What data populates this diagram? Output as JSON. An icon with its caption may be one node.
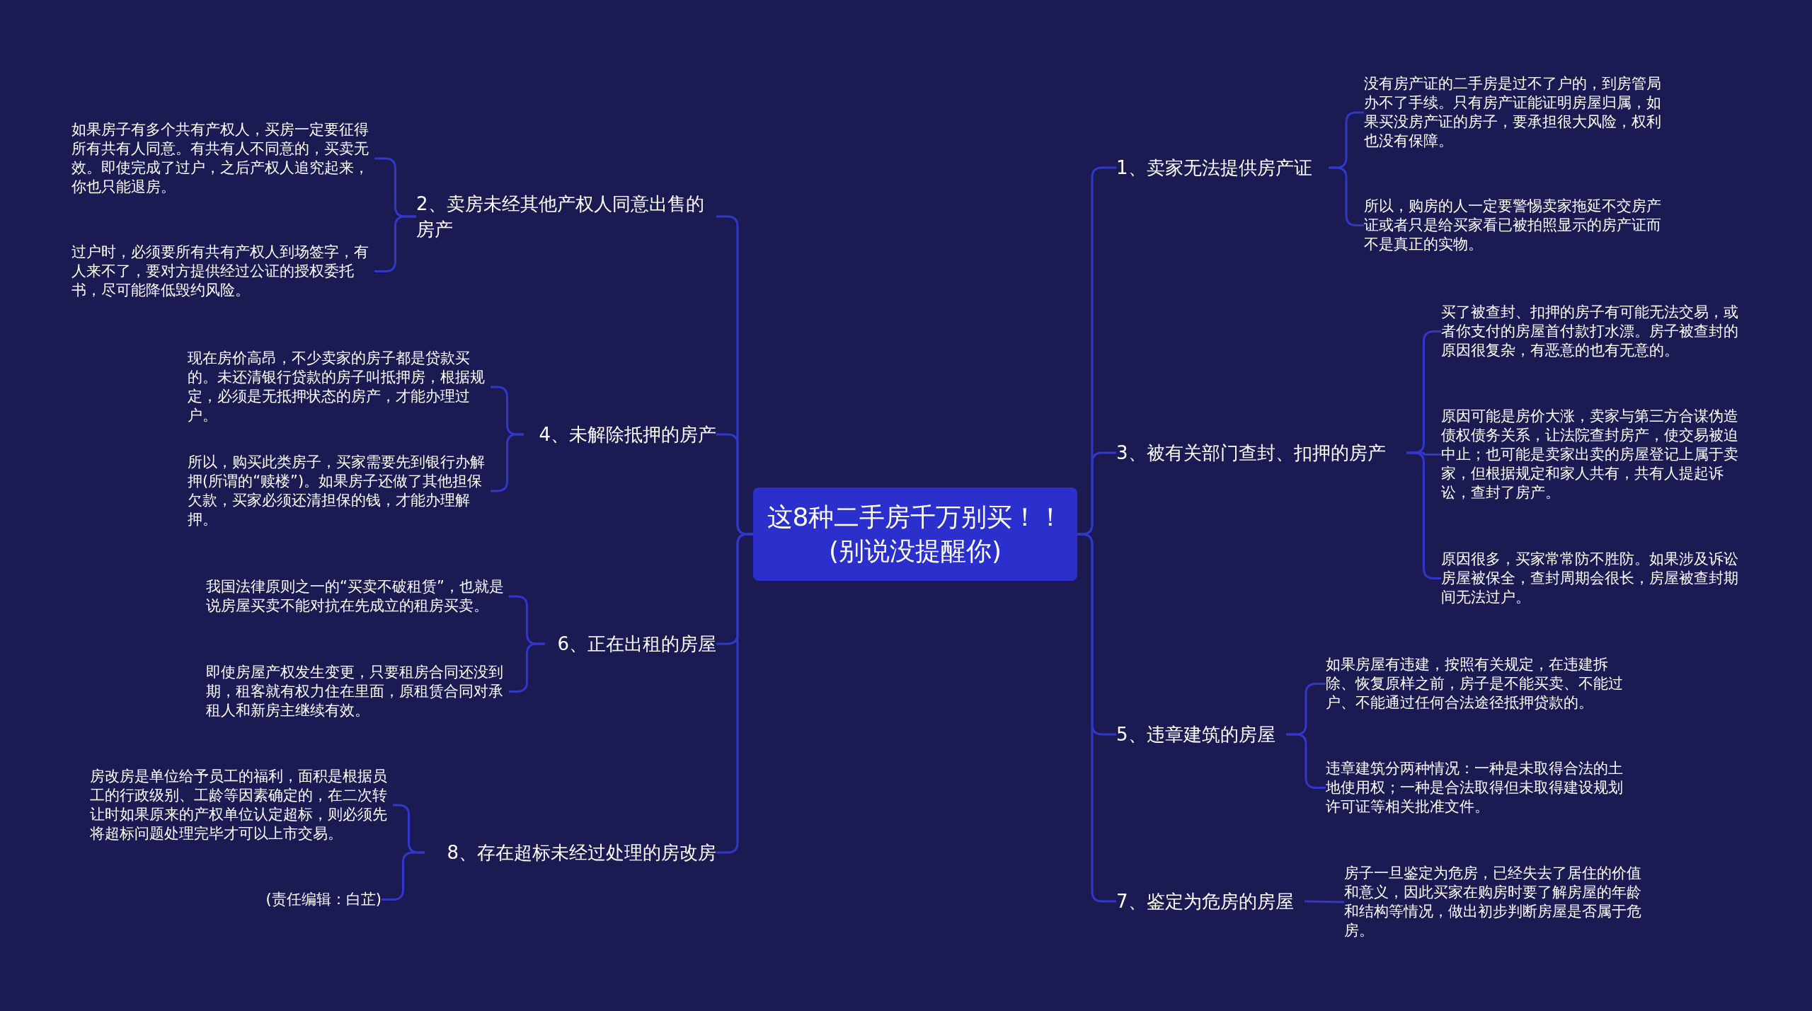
{
  "diagram": {
    "nodes": [
      {
        "text": [
          "这8种二手房千万别买！！(别说没提醒你)"
        ]
      },
      {
        "text": [
          "1、卖家无法提供房产证"
        ]
      },
      {
        "text": [
          "没有房产证的二手房是过不了户的，到房管局办不了手续。只有房产证能证明房屋归属，如果买没房产证的房子，要承担很大风险，权利也没有保障。"
        ]
      },
      {
        "text": [
          "所以，购房的人一定要警惕卖家拖延不交房产证或者只是给买家看已被拍照显示的房产证而不是真正的实物。"
        ]
      },
      {
        "text": [
          "2、卖房未经其他产权人同意出售的房产"
        ]
      },
      {
        "text": [
          "如果房子有多个共有产权人，买房一定要征得所有共有人同意。有共有人不同意的，买卖无效。即使完成了过户，之后产权人追究起来，你也只能退房。"
        ]
      },
      {
        "text": [
          "过户时，必须要所有共有产权人到场签字，有人来不了，要对方提供经过公证的授权委托书，尽可能降低毁约风险。"
        ]
      },
      {
        "text": [
          "3、被有关部门查封、扣押的房产"
        ]
      },
      {
        "text": [
          "买了被查封、扣押的房子有可能无法交易，或者你支付的房屋首付款打水漂。房子被查封的原因很复杂，有恶意的也有无意的。"
        ]
      },
      {
        "text": [
          "原因可能是房价大涨，卖家与第三方合谋伪造债权债务关系，让法院查封房产，使交易被迫中止；也可能是卖家出卖的房屋登记上属于卖家，但根据规定和家人共有，共有人提起诉讼，查封了房产。"
        ]
      },
      {
        "text": [
          "原因很多，买家常常防不胜防。如果涉及诉讼房屋被保全，查封周期会很长，房屋被查封期间无法过户。"
        ]
      },
      {
        "text": [
          "4、未解除抵押的房产"
        ]
      },
      {
        "text": [
          "现在房价高昂，不少卖家的房子都是贷款买的。未还清银行贷款的房子叫抵押房，根据规定，必须是无抵押状态的房产，才能办理过户。"
        ]
      },
      {
        "text": [
          "所以，购买此类房子，买家需要先到银行办解押(所谓的“赎楼”)。如果房子还做了其他担保欠款，买家必须还清担保的钱，才能办理解押。"
        ]
      },
      {
        "text": [
          "5、违章建筑的房屋"
        ]
      },
      {
        "text": [
          "如果房屋有违建，按照有关规定，在违建拆除、恢复原样之前，房子是不能买卖、不能过户、不能通过任何合法途径抵押贷款的。"
        ]
      },
      {
        "text": [
          "违章建筑分两种情况：一种是未取得合法的土地使用权；一种是合法取得但未取得建设规划许可证等相关批准文件。"
        ]
      },
      {
        "text": [
          "6、正在出租的房屋"
        ]
      },
      {
        "text": [
          "我国法律原则之一的“买卖不破租赁”，也就是说房屋买卖不能对抗在先成立的租房买卖。"
        ]
      },
      {
        "text": [
          "即使房屋产权发生变更，只要租房合同还没到期，租客就有权力住在里面，原租赁合同对承租人和新房主继续有效。"
        ]
      },
      {
        "text": [
          "7、鉴定为危房的房屋"
        ]
      },
      {
        "text": [
          "房子一旦鉴定为危房，已经失去了居住的价值和意义，因此买家在购房时要了解房屋的年龄和结构等情况，做出初步判断房屋是否属于危房。"
        ]
      },
      {
        "text": [
          "8、存在超标未经过处理的房改房"
        ]
      },
      {
        "text": [
          "房改房是单位给予员工的福利，面积是根据员工的行政级别、工龄等因素确定的，在二次转让时如果原来的产权单位认定超标，则必须先将超标问题处理完毕才可以上市交易。"
        ]
      },
      {
        "text": [
          "(责任编辑：白芷)"
        ]
      }
    ],
    "edges": [
      {
        "from": 0,
        "to": 1,
        "arrow": "none"
      },
      {
        "from": 1,
        "to": 2,
        "arrow": "none"
      },
      {
        "from": 1,
        "to": 3,
        "arrow": "none"
      },
      {
        "from": 0,
        "to": 4,
        "arrow": "none"
      },
      {
        "from": 4,
        "to": 5,
        "arrow": "none"
      },
      {
        "from": 4,
        "to": 6,
        "arrow": "none"
      },
      {
        "from": 0,
        "to": 7,
        "arrow": "none"
      },
      {
        "from": 7,
        "to": 8,
        "arrow": "none"
      },
      {
        "from": 7,
        "to": 9,
        "arrow": "none"
      },
      {
        "from": 7,
        "to": 10,
        "arrow": "none"
      },
      {
        "from": 0,
        "to": 11,
        "arrow": "none"
      },
      {
        "from": 11,
        "to": 12,
        "arrow": "none"
      },
      {
        "from": 11,
        "to": 13,
        "arrow": "none"
      },
      {
        "from": 0,
        "to": 14,
        "arrow": "none"
      },
      {
        "from": 14,
        "to": 15,
        "arrow": "none"
      },
      {
        "from": 14,
        "to": 16,
        "arrow": "none"
      },
      {
        "from": 0,
        "to": 17,
        "arrow": "none"
      },
      {
        "from": 17,
        "to": 18,
        "arrow": "none"
      },
      {
        "from": 17,
        "to": 19,
        "arrow": "none"
      },
      {
        "from": 0,
        "to": 20,
        "arrow": "none"
      },
      {
        "from": 20,
        "to": 21,
        "arrow": "none"
      },
      {
        "from": 0,
        "to": 22,
        "arrow": "none"
      },
      {
        "from": 22,
        "to": 23,
        "arrow": "none"
      },
      {
        "from": 22,
        "to": 24,
        "arrow": "none"
      }
    ]
  }
}
